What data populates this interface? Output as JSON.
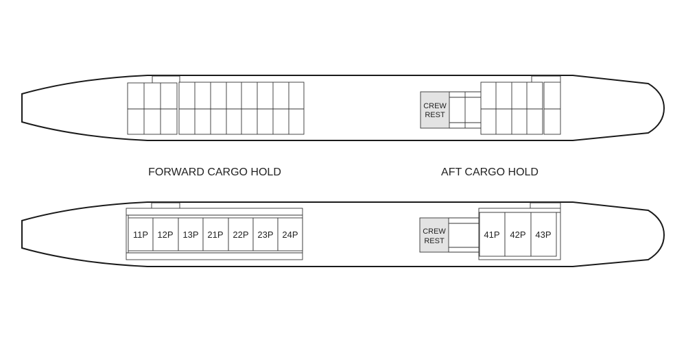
{
  "labels": {
    "forward_hold": "FORWARD CARGO HOLD",
    "aft_hold": "AFT CARGO HOLD"
  },
  "upper_deck": {
    "crew_rest": [
      "CREW",
      "REST"
    ]
  },
  "lower_deck": {
    "crew_rest": [
      "CREW",
      "REST"
    ],
    "forward_positions": [
      "11P",
      "12P",
      "13P",
      "21P",
      "22P",
      "23P",
      "24P"
    ],
    "aft_positions": [
      "41P",
      "42P",
      "43P"
    ]
  },
  "colors": {
    "outline": "#1a1a1a",
    "crew_rest_fill": "#e3e3e3"
  }
}
